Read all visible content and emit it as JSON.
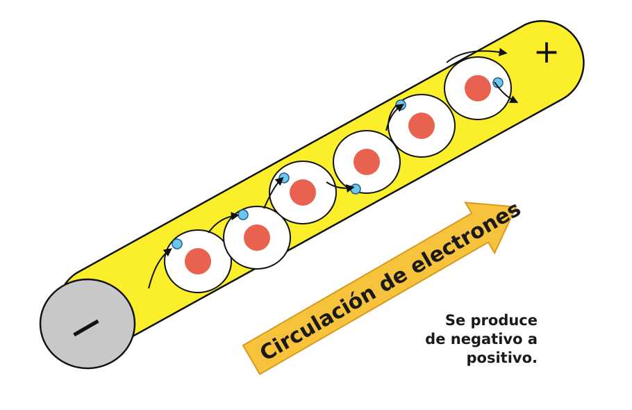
{
  "signs": {
    "negative": "−",
    "positive": "+"
  },
  "arrow_label": "Circulación de electrones",
  "note_lines": [
    "Se produce",
    "de negativo a",
    "positivo."
  ],
  "colors": {
    "wire_fill": "#fbee2a",
    "wire_outline": "#111111",
    "end_cap": "#c8c8c8",
    "atom_shell": "#ffffff",
    "nucleus": "#e8624f",
    "electron": "#6fc6ec",
    "arrow_fill": "#f7c23c",
    "arrow_outline": "#d79a1e"
  },
  "atoms_count": 6
}
